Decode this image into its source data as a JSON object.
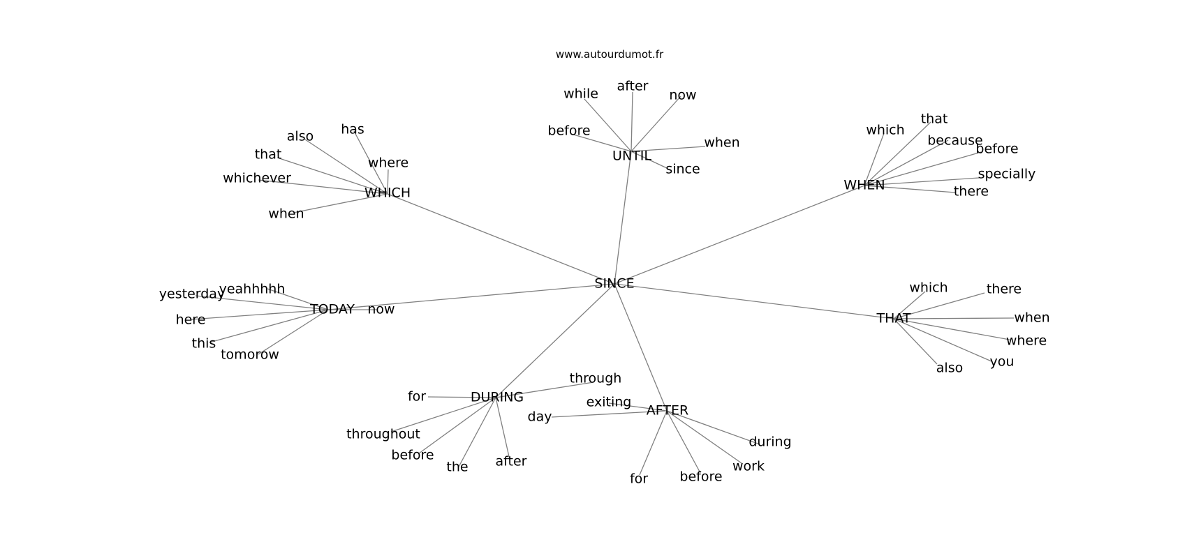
{
  "source_label": "www.autourdumot.fr",
  "center": {
    "id": "since",
    "label": "SINCE"
  },
  "clusters": [
    {
      "id": "until",
      "label": "UNTIL",
      "words": [
        "while",
        "after",
        "now",
        "before",
        "when",
        "since"
      ]
    },
    {
      "id": "which",
      "label": "WHICH",
      "words": [
        "has",
        "also",
        "that",
        "where",
        "whichever",
        "when"
      ]
    },
    {
      "id": "when",
      "label": "WHEN",
      "words": [
        "which",
        "that",
        "because",
        "before",
        "specially",
        "there"
      ]
    },
    {
      "id": "today",
      "label": "TODAY",
      "words": [
        "yeahhhhh",
        "yesterday",
        "now",
        "here",
        "this",
        "tomorow"
      ]
    },
    {
      "id": "that",
      "label": "THAT",
      "words": [
        "which",
        "there",
        "when",
        "where",
        "you",
        "also"
      ]
    },
    {
      "id": "during",
      "label": "DURING",
      "words": [
        "through",
        "for",
        "throughout",
        "before",
        "the",
        "after"
      ]
    },
    {
      "id": "after",
      "label": "AFTER",
      "words": [
        "exiting",
        "day",
        "during",
        "work",
        "before",
        "for"
      ]
    }
  ]
}
